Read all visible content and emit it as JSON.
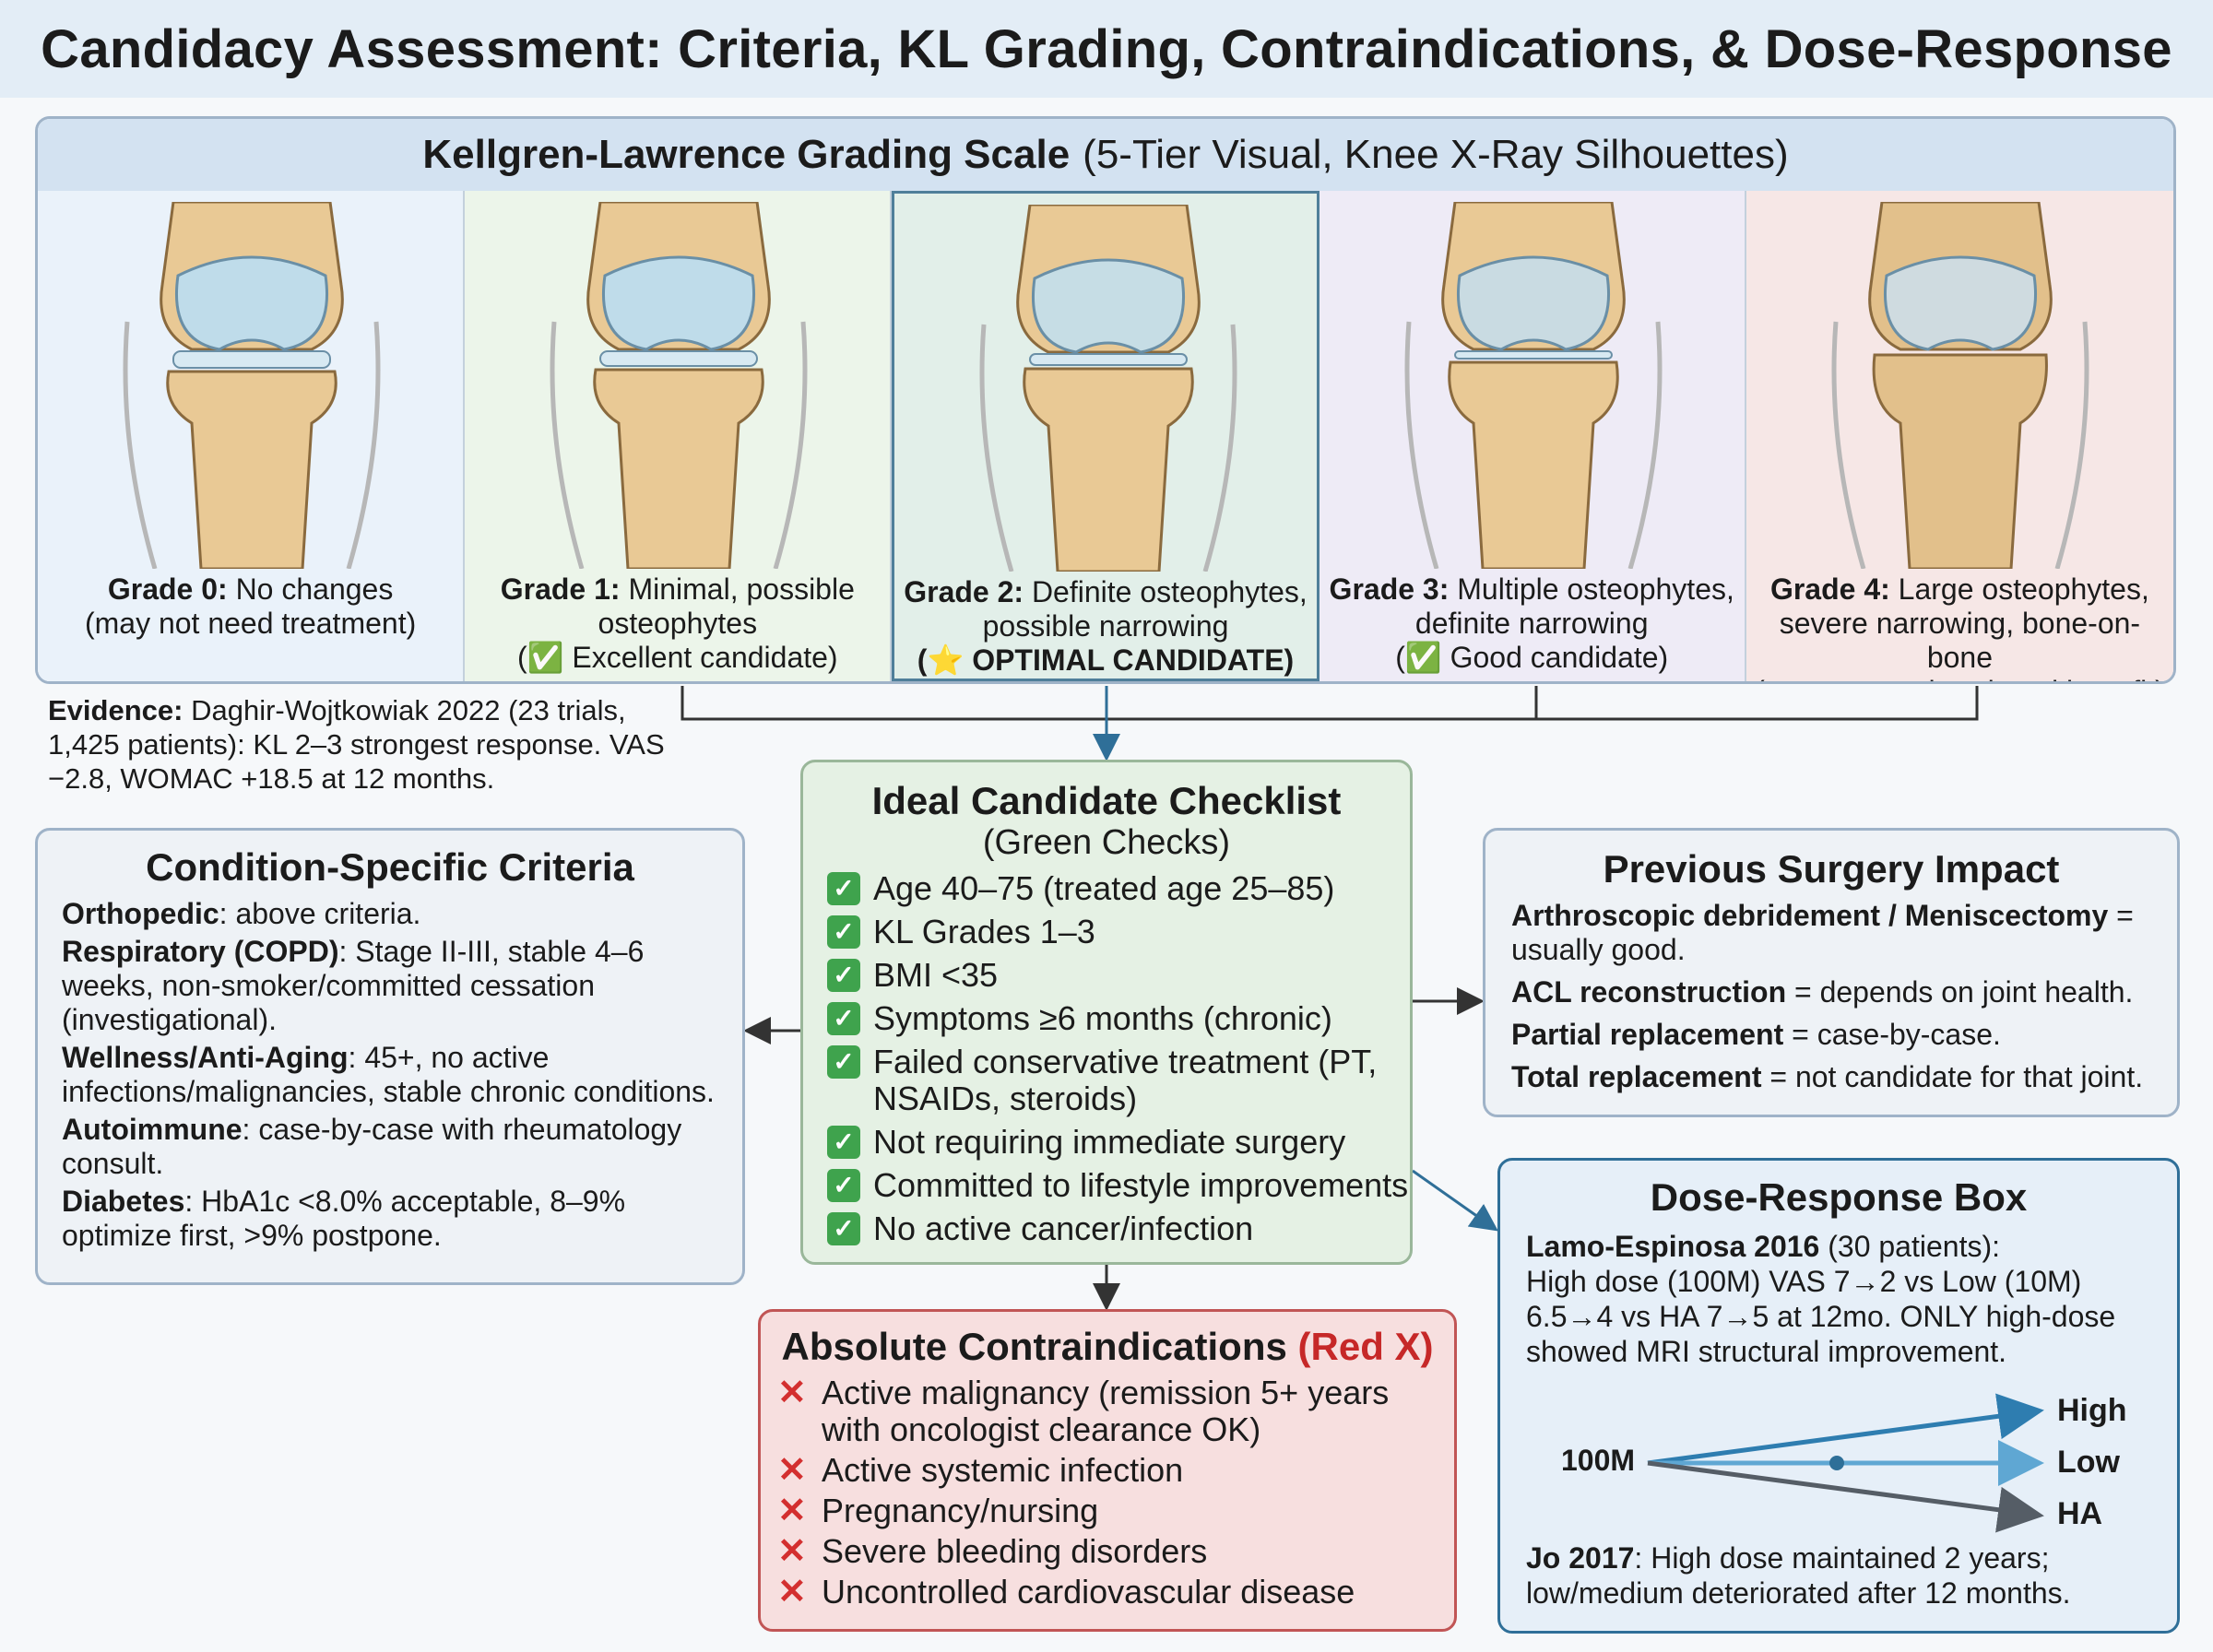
{
  "title": "Candidacy Assessment: Criteria, KL Grading, Contraindications, & Dose-Response",
  "kl": {
    "heading_bold": "Kellgren-Lawrence Grading Scale",
    "heading_rest": "(5-Tier Visual, Knee X-Ray Silhouettes)",
    "grades": [
      {
        "label": "Grade 0:",
        "desc": "No changes",
        "line2": "(may not need treatment)",
        "line3": ""
      },
      {
        "label": "Grade 1:",
        "desc": "Minimal, possible",
        "line2": "osteophytes",
        "line3": "(✅ Excellent candidate)"
      },
      {
        "label": "Grade 2:",
        "desc": "Definite osteophytes,",
        "line2": "possible narrowing",
        "line3": "(⭐ OPTIMAL CANDIDATE)"
      },
      {
        "label": "Grade 3:",
        "desc": "Multiple osteophytes,",
        "line2": "definite narrowing",
        "line3": "(✅ Good candidate)"
      },
      {
        "label": "Grade 4:",
        "desc": "Large osteophytes,",
        "line2": "severe narrowing, bone-on-bone",
        "line3": "(may respond, reduced benefit)"
      }
    ]
  },
  "evidence": {
    "label": "Evidence:",
    "text": "Daghir-Wojtkowiak 2022 (23 trials, 1,425 patients): KL 2–3 strongest response. VAS −2.8, WOMAC +18.5 at 12 months."
  },
  "checklist": {
    "title": "Ideal Candidate Checklist",
    "subtitle": "(Green Checks)",
    "check_glyph": "✓",
    "items": [
      "Age 40–75 (treated age 25–85)",
      "KL Grades 1–3",
      "BMI <35",
      "Symptoms ≥6 months (chronic)",
      "Failed conservative treatment (PT, NSAIDs, steroids)",
      "Not requiring immediate surgery",
      "Committed to lifestyle improvements",
      "No active cancer/infection"
    ]
  },
  "criteria": {
    "title": "Condition-Specific Criteria",
    "items": [
      {
        "label": "Orthopedic",
        "text": ": above criteria."
      },
      {
        "label": "Respiratory (COPD)",
        "text": ": Stage II-III, stable 4–6 weeks, non-smoker/committed cessation (investigational)."
      },
      {
        "label": "Wellness/Anti-Aging",
        "text": ": 45+, no active infections/malignancies, stable chronic conditions."
      },
      {
        "label": "Autoimmune",
        "text": ": case-by-case with rheumatology consult."
      },
      {
        "label": "Diabetes",
        "text": ": HbA1c <8.0% acceptable, 8–9% optimize first, >9% postpone."
      }
    ]
  },
  "surgery": {
    "title": "Previous Surgery Impact",
    "items": [
      {
        "label": "Arthroscopic debridement / Meniscectomy",
        "text": " = usually good."
      },
      {
        "label": "ACL reconstruction",
        "text": " = depends on joint health."
      },
      {
        "label": "Partial replacement",
        "text": " = case-by-case."
      },
      {
        "label": "Total replacement",
        "text": " = not candidate for that joint."
      }
    ]
  },
  "contra": {
    "title": "Absolute Contraindications",
    "title_red": "(Red X)",
    "x_glyph": "✕",
    "items": [
      "Active malignancy (remission 5+ years with oncologist clearance OK)",
      "Active systemic infection",
      "Pregnancy/nursing",
      "Severe bleeding disorders",
      "Uncontrolled cardiovascular disease"
    ]
  },
  "dose": {
    "title": "Dose-Response Box",
    "study_label": "Lamo-Espinosa 2016",
    "study_note": " (30 patients):",
    "study_text": "High dose (100M) VAS 7→2 vs Low (10M) 6.5→4 vs HA 7→5 at 12mo. ONLY high-dose showed MRI structural improvement.",
    "origin_label": "100M",
    "branches": [
      {
        "label": "High",
        "color": "#2e7db0"
      },
      {
        "label": "Low",
        "color": "#5fa7d3"
      },
      {
        "label": "HA",
        "color": "#555d66"
      }
    ],
    "foot_label": "Jo 2017",
    "foot_text": ": High dose maintained 2 years; low/medium deteriorated after 12 months."
  }
}
